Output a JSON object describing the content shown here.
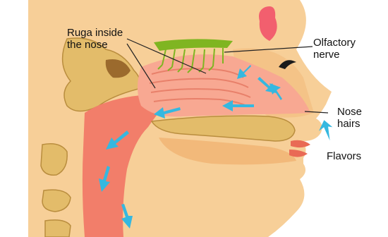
{
  "labels": {
    "ruga": "Ruga inside\nthe nose",
    "olfactory": "Olfactory\nnerve",
    "nose_hairs": "Nose\nhairs",
    "flavors": "Flavors"
  },
  "colors": {
    "skin": "#f7cf98",
    "skin_dark": "#f2b97a",
    "cavity": "#f8a892",
    "throat": "#f27e6a",
    "bone": "#e3bc6a",
    "bone_dark": "#b98d3e",
    "nerve": "#7fb521",
    "arrow": "#35b8e0",
    "lip": "#e96a55",
    "leader": "#222222",
    "bulb": "#f25f6e"
  }
}
